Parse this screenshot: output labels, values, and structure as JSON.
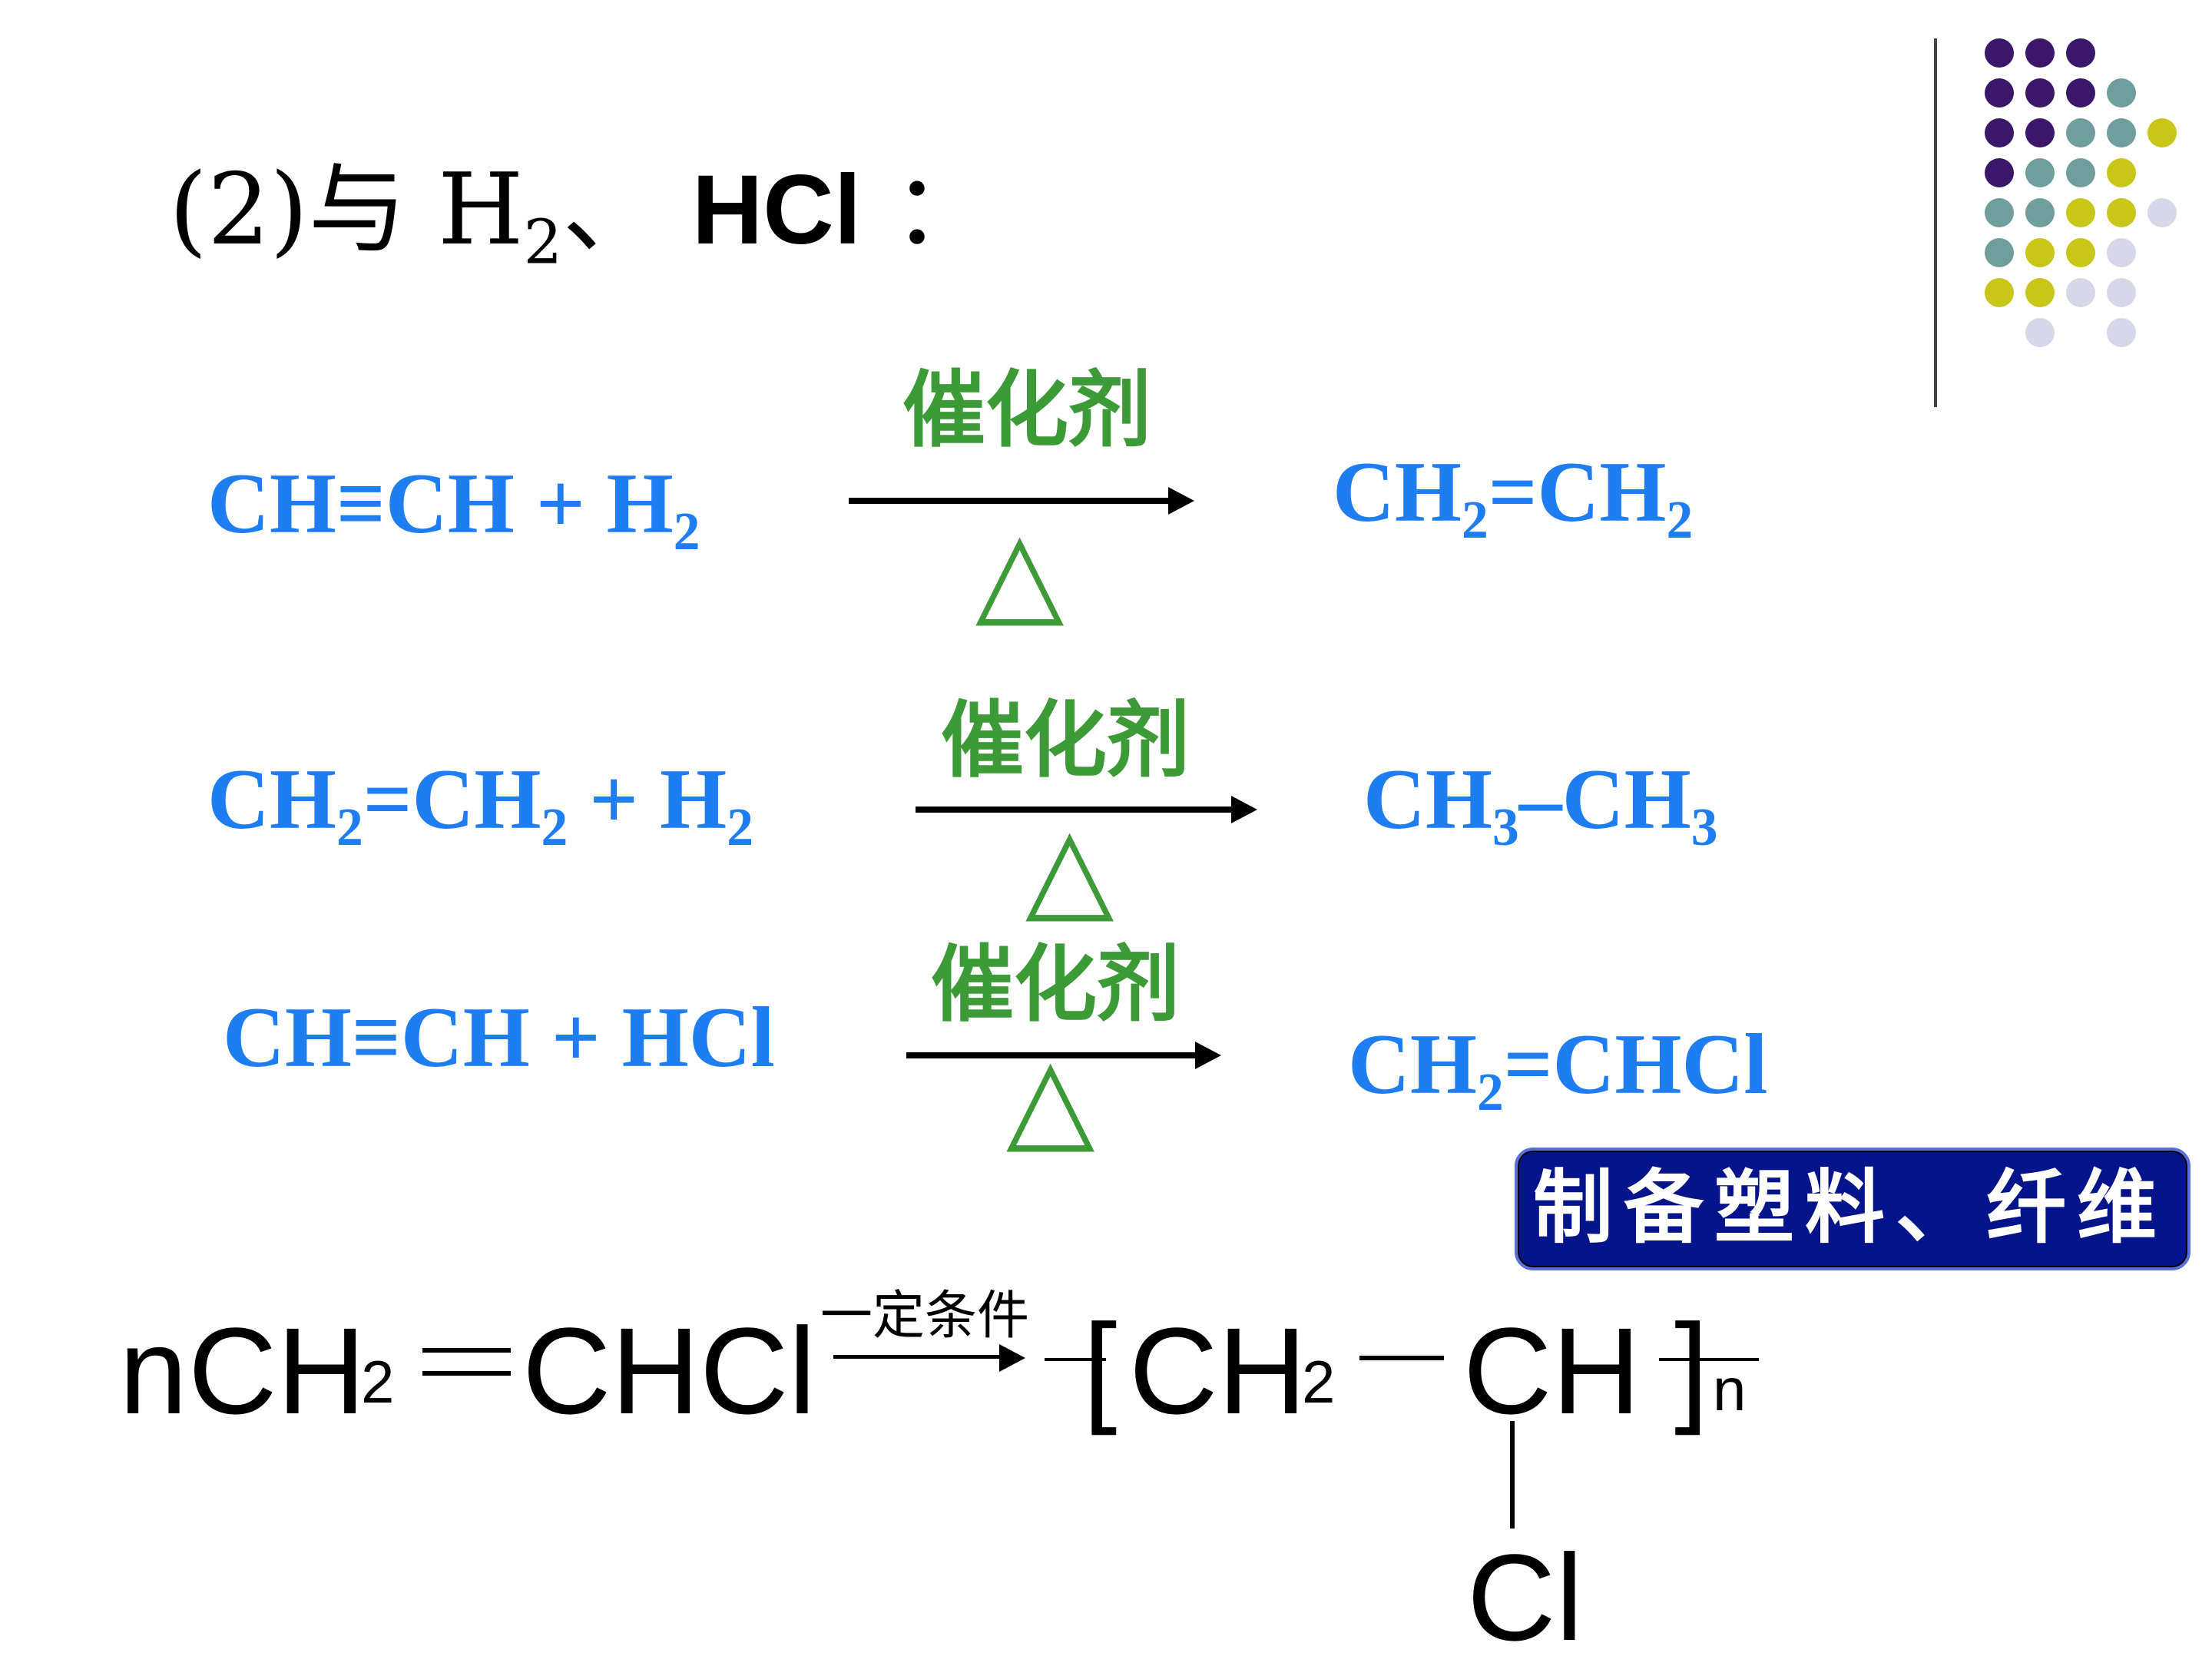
{
  "title": {
    "prefix": "(2)与 H",
    "sub": "2",
    "sep": "、 ",
    "hcl": "HCl",
    "colon": " ："
  },
  "reaction1": {
    "catalyst": "催化剂",
    "heat": "△",
    "left": {
      "a": "CH≡CH + H",
      "a_sub": "2"
    },
    "right": {
      "a": "CH",
      "a_sub": "2",
      "b": "=CH",
      "b_sub": "2"
    }
  },
  "reaction2": {
    "catalyst": "催化剂",
    "heat": "△",
    "left": {
      "a": "CH",
      "a_sub": "2",
      "b": "=CH",
      "b_sub": "2",
      "c": " + H",
      "c_sub": "2"
    },
    "right": {
      "a": "CH",
      "a_sub": "3",
      "b": "–CH",
      "b_sub": "3"
    }
  },
  "reaction3": {
    "catalyst": "催化剂",
    "heat": "△",
    "left": {
      "a": "CH≡CH + HCl"
    },
    "right": {
      "a": "CH",
      "a_sub": "2",
      "b": "=CHCl"
    }
  },
  "badge": {
    "label": "制备塑料、纤维"
  },
  "polymer": {
    "n": "n",
    "ch2_1": "CH",
    "sub_2a": "2",
    "dbl": "═",
    "monomer_rest": "CHCl",
    "condition": "一定条件",
    "bracket_open": "[",
    "ch2_2": "CH",
    "sub_2b": "2",
    "ch": "CH",
    "bracket_close": "]",
    "subscript_n": "n",
    "cl": "Cl"
  },
  "colors": {
    "blue": "#1f7df2",
    "green": "#3c9a37",
    "purple": "#3b1769",
    "teal": "#6f9e9c",
    "yellow": "#c9c61a",
    "lavender": "#d7d7ea",
    "badge_bg": "#06148c"
  }
}
